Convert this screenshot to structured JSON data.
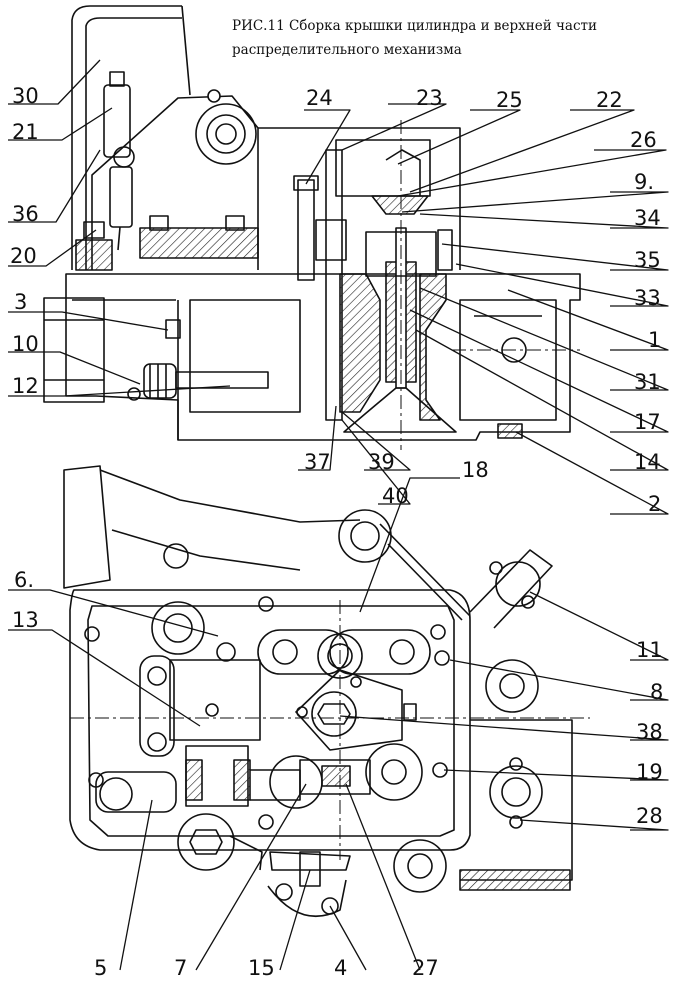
{
  "title_line1": "РИС.11 Сборка крышки цилиндра и верхней части",
  "title_line2": "распределительного механизма",
  "callouts": {
    "c30": "30",
    "c21": "21",
    "c36": "36",
    "c20": "20",
    "c3": "3",
    "c10": "10",
    "c12": "12",
    "c24": "24",
    "c23": "23",
    "c25": "25",
    "c22": "22",
    "c26": "26",
    "c9": "9.",
    "c34": "34",
    "c35": "35",
    "c33": "33",
    "c1": "1",
    "c31": "31",
    "c17": "17",
    "c14": "14",
    "c2": "2",
    "c37": "37",
    "c39": "39",
    "c40": "40",
    "c18": "18",
    "c6": "6.",
    "c13": "13",
    "c11": "11",
    "c8": "8",
    "c38": "38",
    "c19": "19",
    "c28": "28",
    "c5": "5",
    "c7": "7",
    "c15": "15",
    "c4": "4",
    "c27": "27"
  }
}
